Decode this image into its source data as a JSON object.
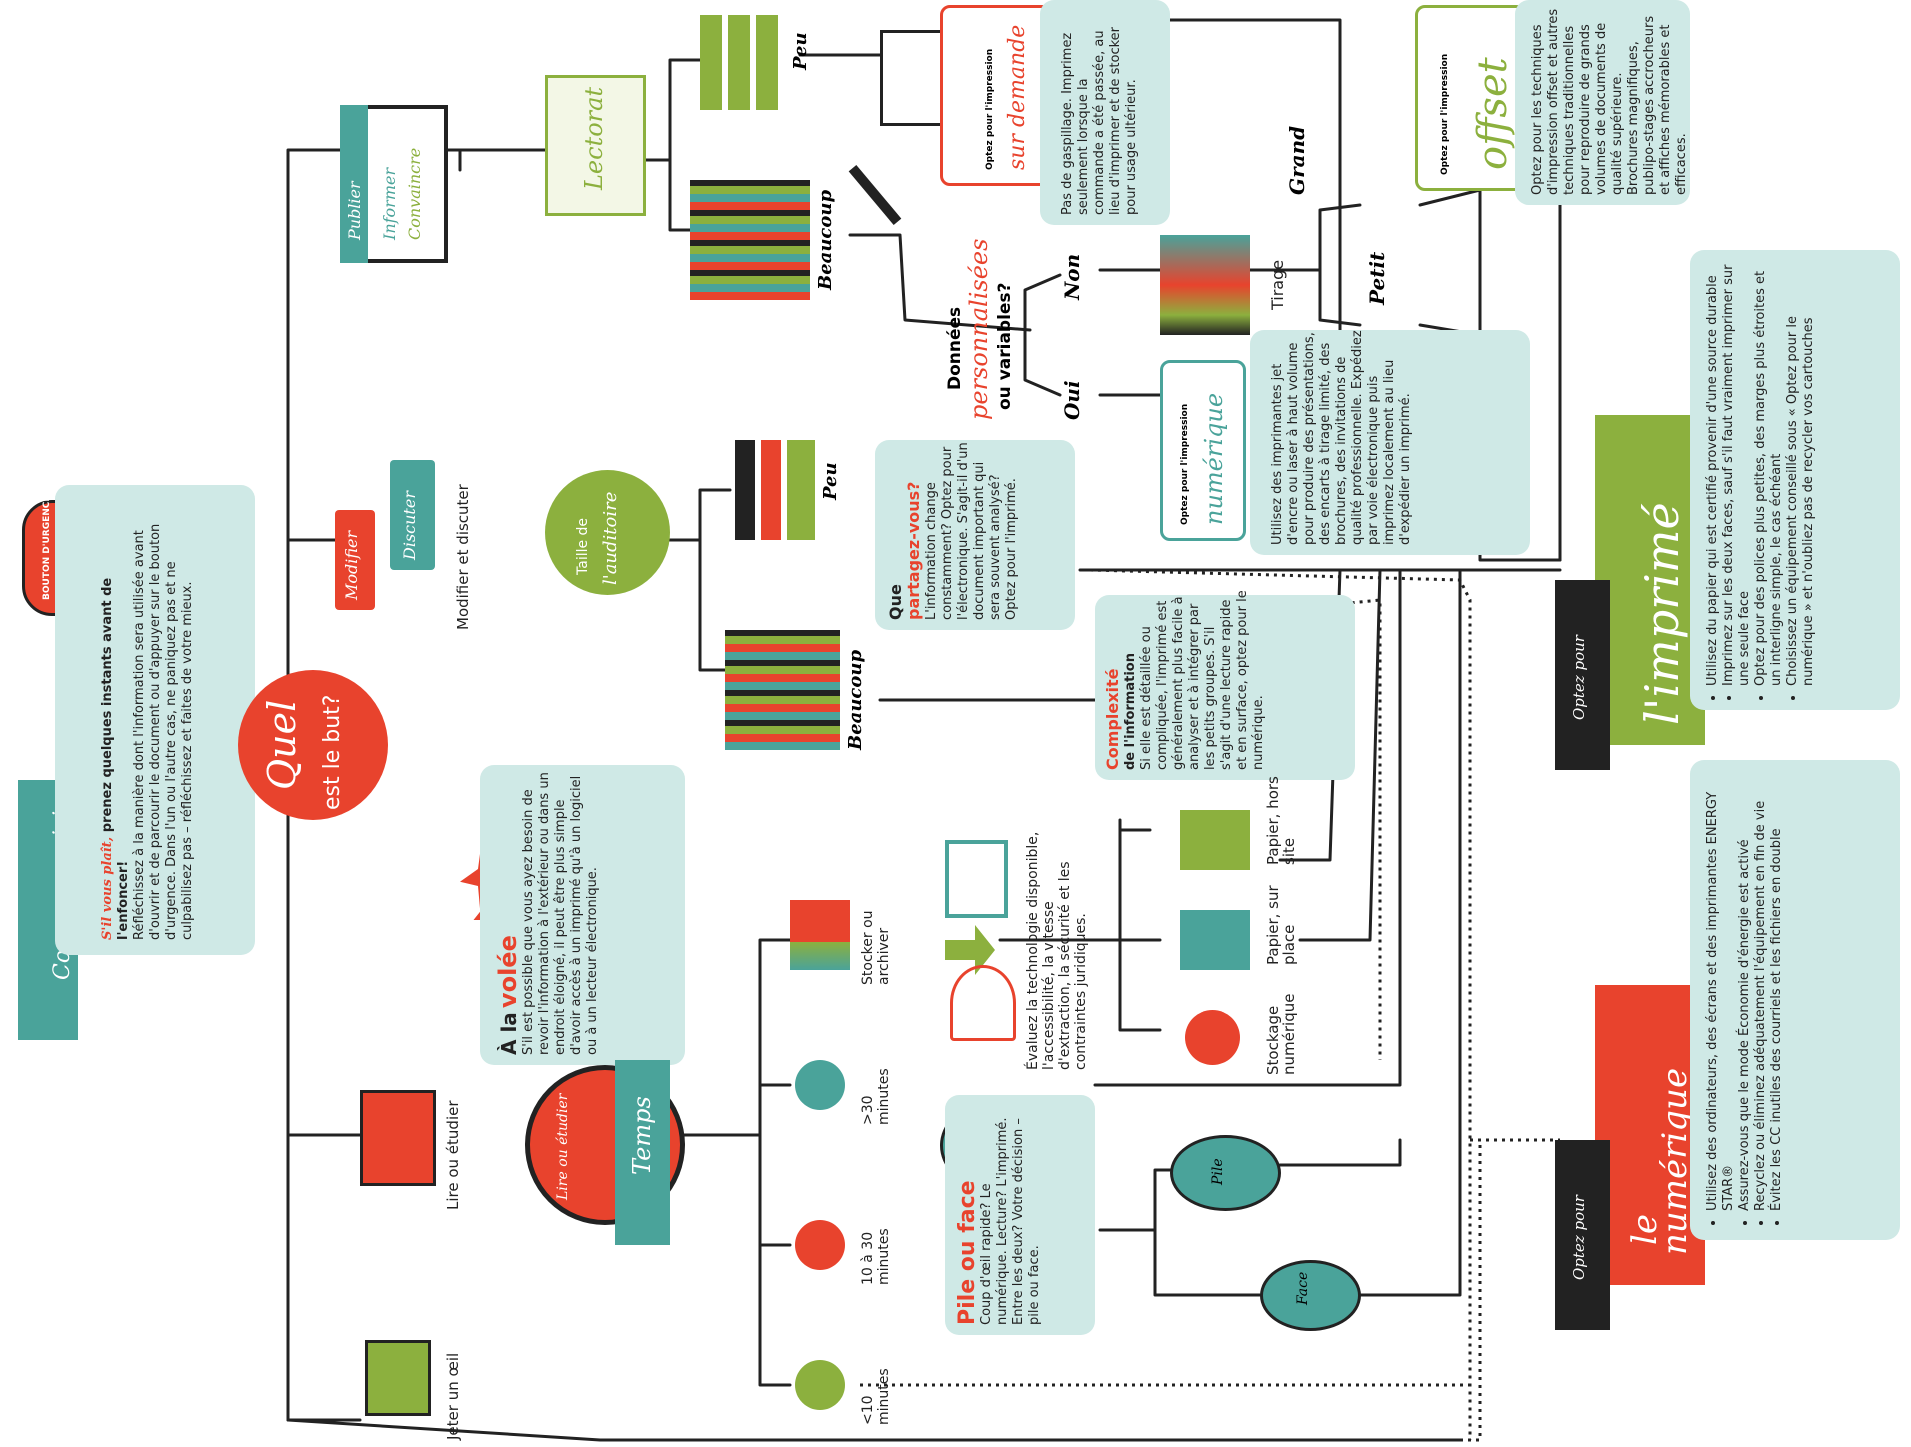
{
  "start": {
    "banner": "Commencez ici",
    "button_label": "BOUTON D'URGENCE",
    "intro_title_red": "S'il vous plaît,",
    "intro_title_rest": " prenez quelques instants avant de l'enfoncer!",
    "intro_body": "Réfléchissez à la manière dont l'information sera utilisée avant d'ouvrir et de parcourir le document ou d'appuyer sur le bouton d'urgence. Dans l'un ou l'autre cas, ne paniquez pas et ne culpabilisez pas – réfléchissez et faites de votre mieux."
  },
  "central": {
    "quel": "Quel",
    "but": "est le but?"
  },
  "branches": {
    "publish": {
      "l1": "Publier",
      "l2": "Informer",
      "l3": "Convaincre"
    },
    "modify": {
      "sign1": "Modifier",
      "sign2": "Discuter",
      "label": "Modifier et discuter"
    },
    "read": {
      "label": "Lire ou étudier"
    },
    "glance": {
      "label": "Jeter un œil"
    }
  },
  "lectorat": {
    "label": "Lectorat",
    "peu": "Peu",
    "beaucoup": "Beaucoup"
  },
  "demand": {
    "small": "Optez pour l'impression",
    "big": "sur demande",
    "desc": "Pas de gaspillage. Imprimez seulement lorsque la commande a été passée, au lieu d'imprimer et de stocker pour usage ultérieur."
  },
  "donnees": {
    "l1": "Données",
    "l2": "personnalisées",
    "l3": "ou variables?",
    "non": "Non",
    "oui": "Oui"
  },
  "tirage": {
    "label": "Tirage",
    "grand": "Grand",
    "petit": "Petit"
  },
  "offset": {
    "small": "Optez pour l'impression",
    "big": "offset",
    "desc": "Optez pour les techniques d'impression offset et autres techniques traditionnelles pour reproduire de grands volumes de documents de qualité supérieure. Brochures magnifiques, publipo-stages accrocheurs et affiches mémorables et efficaces."
  },
  "numerique_print": {
    "small": "Optez pour l'impression",
    "big": "numérique",
    "desc": "Utilisez des imprimantes jet d'encre ou laser à haut volume pour produire des présentations, des encarts à tirage limité, des brochures, des invitations de qualité professionnelle. Expédiez par voie électronique puis imprimez localement au lieu d'expédier un imprimé."
  },
  "audience": {
    "l1": "Taille de",
    "l2": "l'auditoire",
    "peu": "Peu",
    "beaucoup": "Beaucoup"
  },
  "partagez": {
    "q1": "Que",
    "q2": "partagez-vous?",
    "body": "L'information change constamment? Optez pour l'électronique. S'agit-il d'un document important qui sera souvent analysé? Optez pour l'imprimé."
  },
  "complexite": {
    "t1": "Complexité",
    "t2": "de l'information",
    "body": "Si elle est détaillée ou compliquée, l'imprimé est généralement plus facile à analyser et à intégrer par les petits groupes. S'il s'agit d'une lecture rapide et en surface, optez pour le numérique."
  },
  "volee": {
    "t1": "À la",
    "t2": "volée",
    "body": "S'il est possible que vous ayez besoin de revoir l'information à l'extérieur ou dans un endroit éloigné, il peut être plus simple d'avoir accès à un imprimé qu'à un logiciel ou à un lecteur électronique."
  },
  "temps": {
    "arc": "Lire ou étudier",
    "banner": "Temps",
    "stocker": "Stocker ou archiver",
    "t30": ">30 minutes",
    "t1030": "10 à 30 minutes",
    "t10": "<10 minutes"
  },
  "evaluez": "Évaluez la technologie disponible, l'accessibilité, la vitesse d'extraction, la sécurité et les contraintes juridiques.",
  "storage": {
    "hors": "Papier, hors site",
    "place": "Papier, sur place",
    "num": "Stockage numérique"
  },
  "pile": {
    "title": "Pile ou face",
    "body": "Coup d'œil rapide? Le numérique. Lecture? L'imprimé. Entre les deux? Votre décision – pile ou face.",
    "coin1": "Pile",
    "coin2": "Face"
  },
  "imprime": {
    "optez": "Optez pour",
    "big": "l'imprimé",
    "bullets": [
      "Utilisez du papier qui est certifié provenir d'une source durable",
      "Imprimez sur les deux faces, sauf s'il faut vraiment imprimer sur une seule face",
      "Optez pour des polices plus petites, des marges plus étroites et un interligne simple, le cas échéant",
      "Choisissez un équipement conseillé sous « Optez pour le numérique » et n'oubliez pas de recycler vos cartouches"
    ]
  },
  "numerique": {
    "optez": "Optez pour",
    "big1": "le",
    "big2": "numérique",
    "bullets": [
      "Utilisez des ordinateurs, des écrans et des imprimantes ENERGY STAR®",
      "Assurez-vous que le mode Économie d'énergie est activé",
      "Recyclez ou éliminez adéquatement l'équipement en fin de vie",
      "Évitez les CC inutiles des courriels et les fichiers en double"
    ]
  },
  "colors": {
    "red": "#e8432d",
    "teal": "#4aa39a",
    "green": "#8cb03e",
    "panel": "#cfe9e6",
    "dark": "#222222"
  }
}
